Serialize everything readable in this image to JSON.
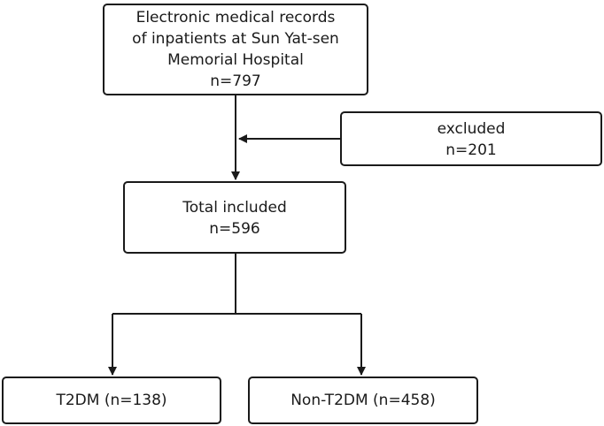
{
  "flowchart": {
    "source": {
      "lines": [
        "Electronic medical records",
        "of inpatients at Sun Yat-sen",
        "Memorial Hospital",
        "n=797"
      ]
    },
    "excluded": {
      "lines": [
        "excluded",
        "n=201"
      ]
    },
    "total": {
      "lines": [
        "Total included",
        "n=596"
      ]
    },
    "groups": [
      {
        "label": "T2DM (n=138)"
      },
      {
        "label": "Non-T2DM (n=458)"
      }
    ]
  }
}
